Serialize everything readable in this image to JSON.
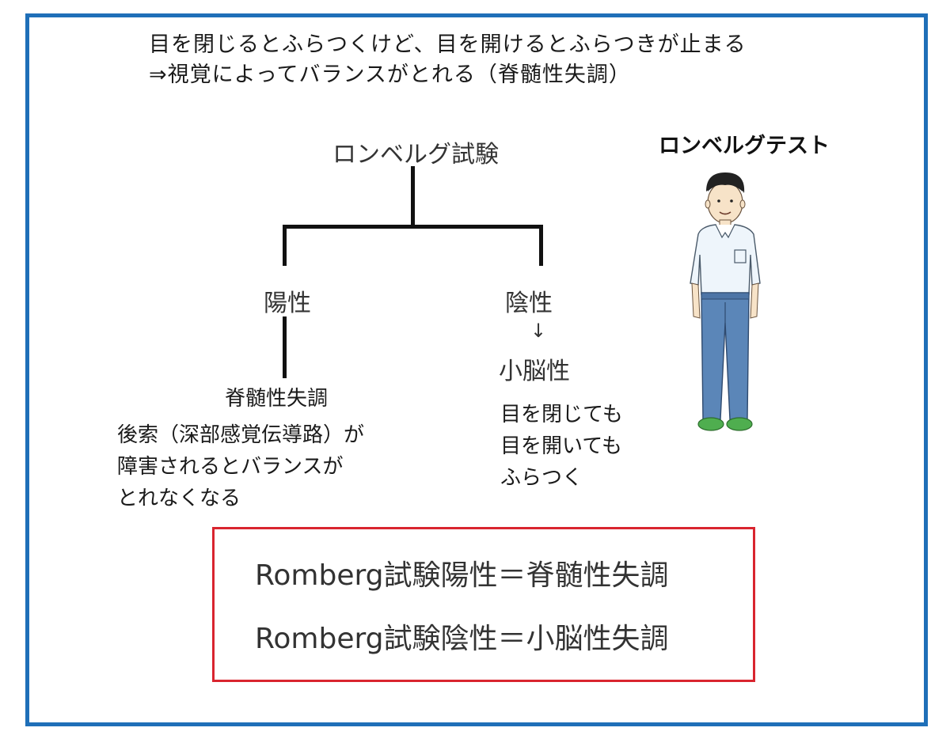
{
  "intro": {
    "line1": "目を閉じるとふらつくけど、目を開けるとふらつきが止まる",
    "line2": "⇒視覚によってバランスがとれる（脊髄性失調）"
  },
  "tree": {
    "root": "ロンベルグ試験",
    "positive": "陽性",
    "negative": "陰性",
    "arrow": "↓",
    "cerebellar": "小脳性",
    "spinal": "脊髄性失調",
    "spinal_desc": [
      "後索（深部感覚伝導路）が",
      "障害されるとバランスが",
      "とれなくなる"
    ],
    "cerebellar_desc": [
      "目を閉じても",
      "目を開いても",
      "ふらつく"
    ]
  },
  "illustration": {
    "title": "ロンベルグテスト",
    "figure_icon": "standing-man-icon"
  },
  "summary": {
    "line1": "Romberg試験陽性＝脊髄性失調",
    "line2": "Romberg試験陰性＝小脳性失調"
  },
  "colors": {
    "frame": "#1f6fb8",
    "summary_border": "#d9252f",
    "shirt": "#eef5fb",
    "pants": "#5b86b8",
    "shoes": "#4fae4f"
  }
}
